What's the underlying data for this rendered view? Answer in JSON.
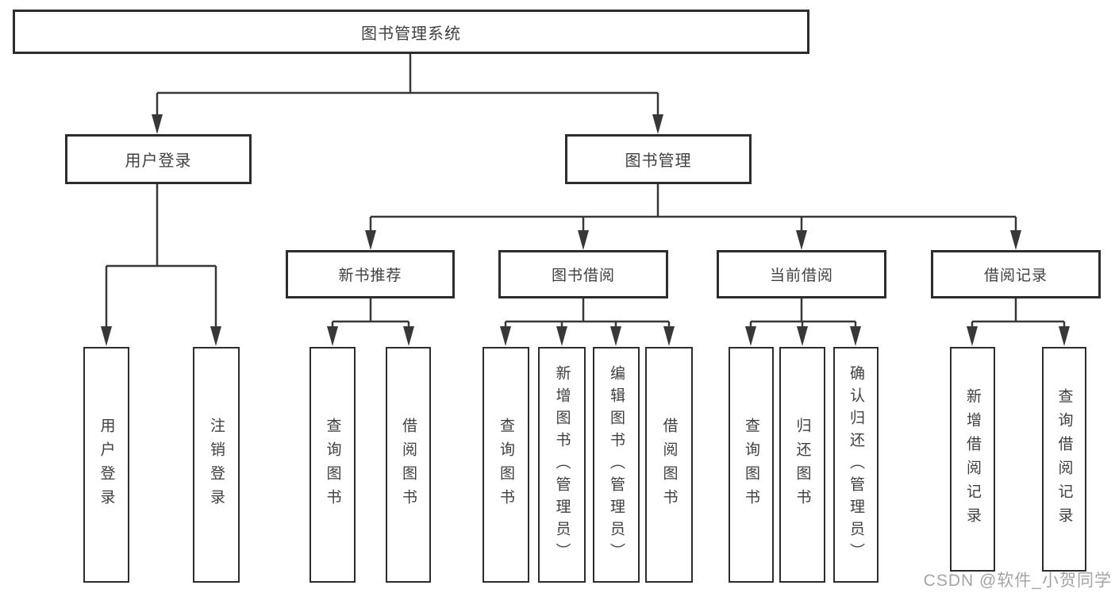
{
  "diagram": {
    "root": {
      "label": "图书管理系统"
    },
    "level2": {
      "user_login": {
        "label": "用户登录"
      },
      "book_management": {
        "label": "图书管理"
      }
    },
    "level3": {
      "new_book_recommend": {
        "label": "新书推荐"
      },
      "book_borrow": {
        "label": "图书借阅"
      },
      "current_borrow": {
        "label": "当前借阅"
      },
      "borrow_records": {
        "label": "借阅记录"
      }
    },
    "leaves": {
      "user_login": [
        "用户登录",
        "注销登录"
      ],
      "new_book_recommend": [
        "查询图书",
        "借阅图书"
      ],
      "book_borrow": [
        "查询图书",
        "新增图书（管理员）",
        "编辑图书（管理员）",
        "借阅图书"
      ],
      "current_borrow": [
        "查询图书",
        "归还图书",
        "确认归还（管理员）"
      ],
      "borrow_records": [
        "新增借阅记录",
        "查询借阅记录"
      ]
    },
    "watermark": "CSDN @软件_小贺同学",
    "colors": {
      "line": "#383838",
      "border": "#2d2d2d",
      "text": "#3f3f3f",
      "watermark": "#9b9b9b",
      "background": "#ffffff"
    }
  }
}
